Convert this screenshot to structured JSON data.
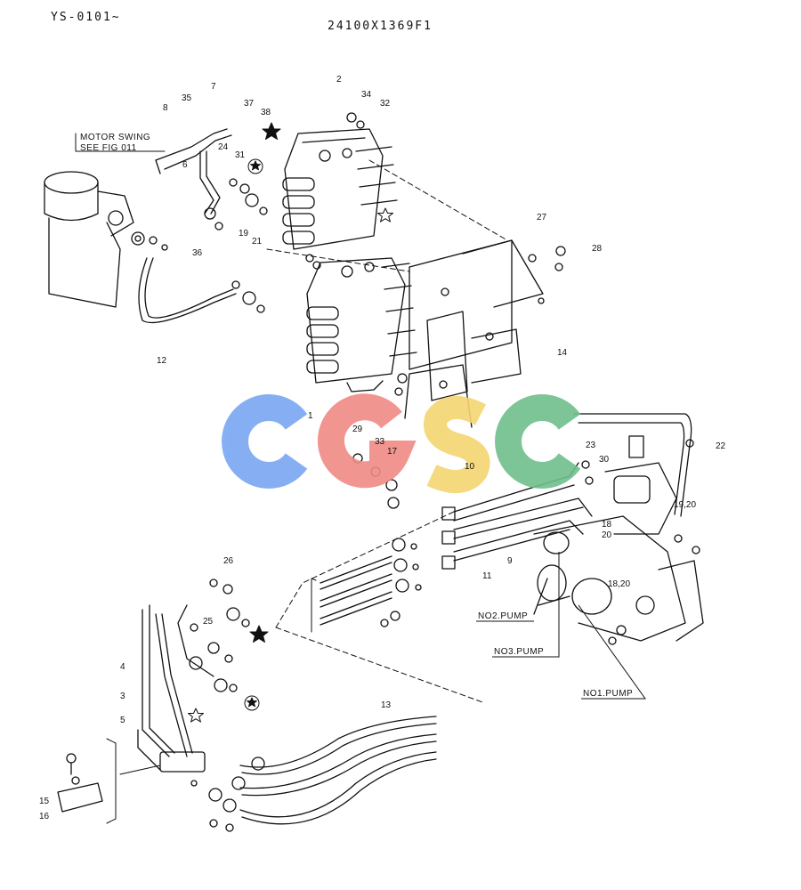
{
  "header": {
    "serial": "YS-0101~",
    "drawing_no": "24100X1369F1"
  },
  "labels": {
    "motor_swing_1": "MOTOR SWING",
    "motor_swing_2": "SEE FIG 011",
    "no1_pump": "NO1.PUMP",
    "no2_pump": "NO2.PUMP",
    "no3_pump": "NO3.PUMP"
  },
  "watermark": {
    "text": "CGSC",
    "colors": [
      "#7aa7f2",
      "#f08a84",
      "#f5d572",
      "#6fbf8c"
    ]
  },
  "callouts": [
    "1",
    "2",
    "3",
    "4",
    "5",
    "6",
    "7",
    "8",
    "9",
    "10",
    "11",
    "12",
    "13",
    "14",
    "15",
    "16",
    "17",
    "18",
    "18,20",
    "19",
    "19,20",
    "20",
    "21",
    "22",
    "23",
    "24",
    "25",
    "26",
    "27",
    "28",
    "29",
    "30",
    "31",
    "32",
    "33",
    "34",
    "35",
    "36",
    "37",
    "38"
  ]
}
